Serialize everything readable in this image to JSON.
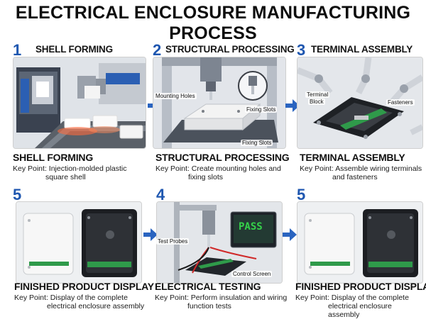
{
  "title": "ELECTRICAL ENCLOSURE MANUFACTURING PROCESS",
  "steps": [
    {
      "number": "1",
      "heading": "SHELL FORMING",
      "caption_title": "SHELL FORMING",
      "key_point_line1": "Key Point: Injection-molded plastic",
      "key_point_line2": "square shell",
      "labels": []
    },
    {
      "number": "2",
      "heading": "STRUCTURAL PROCESSING",
      "caption_title": "STRUCTURAL PROCESSING",
      "key_point_line1": "Key Point: Create mounting holes and",
      "key_point_line2": "fixing slots",
      "labels": [
        "Mounting Holes",
        "Fixing Slots",
        "Fixing Slots"
      ]
    },
    {
      "number": "3",
      "heading": "TERMINAL ASSEMBLY",
      "caption_title": "TERMINAL ASSEMBLY",
      "key_point_line1": "Key Point: Assemble wiring terminals",
      "key_point_line2": "and fasteners",
      "labels": [
        "Terminal",
        "Block",
        "Fasteners"
      ]
    },
    {
      "number": "5",
      "heading": "",
      "caption_title": "FINISHED PRODUCT DISPLAY",
      "key_point_line1": "Key Point: Display of the complete",
      "key_point_line2": "electrical enclosure assembly",
      "labels": []
    },
    {
      "number": "4",
      "heading": "",
      "caption_title": "ELECTRICAL TESTING",
      "key_point_line1": "Key Point: Perform insulation and wiring",
      "key_point_line2": "function tests",
      "labels": [
        "PASS",
        "Test Probes",
        "Control Screen"
      ]
    },
    {
      "number": "5",
      "heading": "",
      "caption_title": "FINISHED PRODUCT DISPLAY",
      "key_point_line1": "Key Point: Display of the complete",
      "key_point_line2": "electrical enclosure assembly",
      "labels": []
    }
  ],
  "colors": {
    "accent_blue": "#1f57b0",
    "arrow_blue": "#2a64c0",
    "test_green": "#35d04a",
    "terminal_green": "#2f9a4a"
  }
}
